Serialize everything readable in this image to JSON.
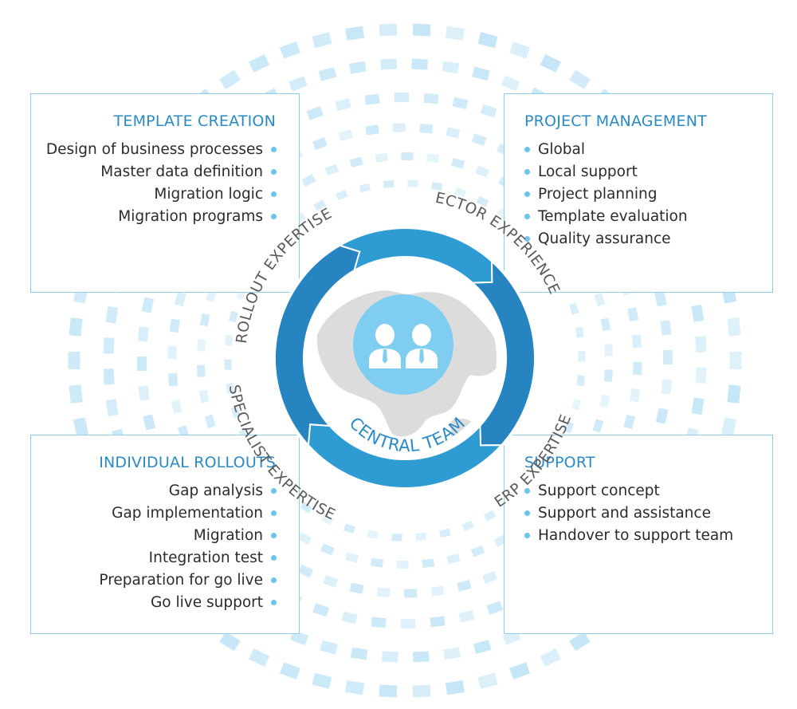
{
  "colors": {
    "accent": "#2a8ac4",
    "ring": "#2685c1",
    "ring_light": "#2f9bd3",
    "hub_circle": "#7fcdf0",
    "pattern": "#c5e6f7",
    "border": "#8fcfec",
    "map": "#dcdcdc"
  },
  "icons": [
    "two-people-icon",
    "world-map-icon",
    "bullet-dot-icon"
  ],
  "boxes": {
    "template_creation": {
      "title": "TEMPLATE CREATION",
      "items": [
        "Design of business processes",
        "Master data definition",
        "Migration logic",
        "Migration programs"
      ]
    },
    "project_management": {
      "title": "PROJECT MANAGEMENT",
      "items": [
        "Global",
        "Local support",
        "Project planning",
        "Template evaluation",
        "Quality assurance"
      ]
    },
    "individual_rollouts": {
      "title": "INDIVIDUAL ROLLOUTS",
      "items": [
        "Gap analysis",
        "Gap implementation",
        "Migration",
        "Integration test",
        "Preparation for go live",
        "Go live support"
      ]
    },
    "support": {
      "title": "SUPPORT",
      "items": [
        "Support concept",
        "Support and assistance",
        "Handover to support team"
      ]
    }
  },
  "hub": {
    "center_label": "CENTRAL TEAM",
    "ring_labels": {
      "rollout": "ROLLOUT EXPERTISE",
      "sector": "ECTOR EXPERIENCE",
      "erp": "ERP EXPERTISE",
      "specialist": "SPECIALIST EXPERTISE"
    }
  }
}
